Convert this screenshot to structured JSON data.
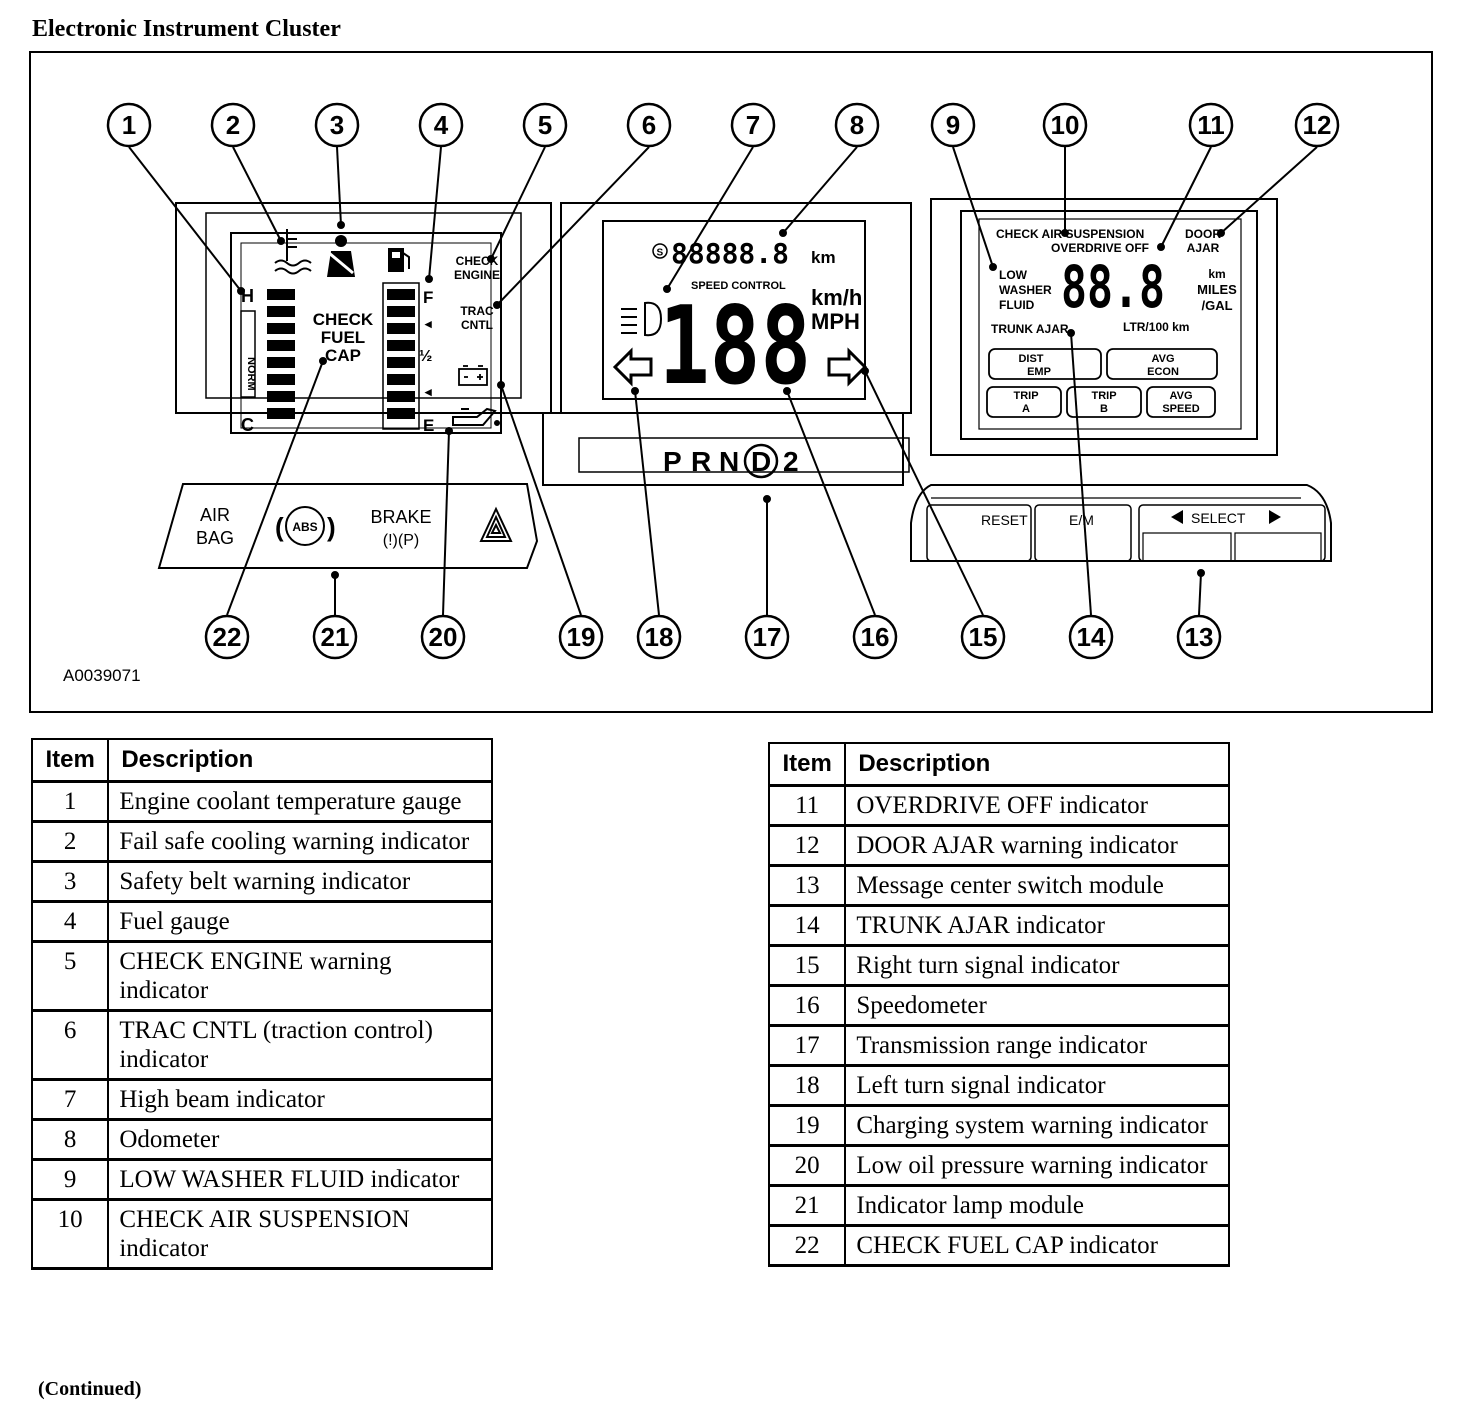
{
  "title": "Electronic Instrument Cluster",
  "figure_id": "A0039071",
  "callouts": [
    "1",
    "2",
    "3",
    "4",
    "5",
    "6",
    "7",
    "8",
    "9",
    "10",
    "11",
    "12",
    "13",
    "14",
    "15",
    "16",
    "17",
    "18",
    "19",
    "20",
    "21",
    "22"
  ],
  "cluster": {
    "gauge_left": {
      "hot": "H",
      "cold": "C",
      "norm": "NORM",
      "full": "F",
      "half": "½",
      "empty": "E"
    },
    "check_fuel_cap": [
      "CHECK",
      "FUEL",
      "CAP"
    ],
    "check_engine": [
      "CHECK",
      "ENGINE"
    ],
    "trac_cntl": [
      "TRAC",
      "CNTL"
    ],
    "odometer": "88888.8",
    "odometer_unit": "km",
    "speed_control": "SPEED CONTROL",
    "speed_digits": "188",
    "speed_unit_metric": "km/h",
    "speed_unit_us": "MPH",
    "prnd": [
      "P",
      "R",
      "N",
      "D",
      "2"
    ],
    "warning_module": {
      "air_bag": [
        "AIR",
        "BAG"
      ],
      "abs": "ABS",
      "brake": "BRAKE",
      "brake_sym": "(!)(P)"
    },
    "message_center": {
      "check_air_suspension": "CHECK AIR SUSPENSION",
      "overdrive_off": "OVERDRIVE OFF",
      "door_ajar": [
        "DOOR",
        "AJAR"
      ],
      "low_washer_fluid": [
        "LOW",
        "WASHER",
        "FLUID"
      ],
      "digits": "88.8",
      "units_right": [
        "km",
        "MILES",
        "/GAL"
      ],
      "trunk_ajar": "TRUNK AJAR",
      "ltr100km": "LTR/100 km",
      "buttons": [
        [
          "DIST",
          "EMP"
        ],
        [
          "AVG",
          "ECON"
        ],
        [
          "TRIP",
          "A"
        ],
        [
          "TRIP",
          "B"
        ],
        [
          "AVG",
          "SPEED"
        ]
      ]
    },
    "switches": {
      "reset": "RESET",
      "em": "E/M",
      "select": "SELECT"
    }
  },
  "table_left": {
    "headers": [
      "Item",
      "Description"
    ],
    "rows": [
      {
        "item": "1",
        "desc": "Engine coolant temperature gauge"
      },
      {
        "item": "2",
        "desc": "Fail safe cooling warning indicator"
      },
      {
        "item": "3",
        "desc": "Safety belt warning indicator"
      },
      {
        "item": "4",
        "desc": "Fuel gauge"
      },
      {
        "item": "5",
        "desc": "CHECK ENGINE warning indicator"
      },
      {
        "item": "6",
        "desc": "TRAC CNTL (traction control) indicator"
      },
      {
        "item": "7",
        "desc": "High beam indicator"
      },
      {
        "item": "8",
        "desc": "Odometer"
      },
      {
        "item": "9",
        "desc": "LOW WASHER FLUID indicator"
      },
      {
        "item": "10",
        "desc": "CHECK AIR SUSPENSION indicator"
      }
    ]
  },
  "table_right": {
    "headers": [
      "Item",
      "Description"
    ],
    "rows": [
      {
        "item": "11",
        "desc": "OVERDRIVE OFF indicator"
      },
      {
        "item": "12",
        "desc": "DOOR AJAR warning indicator"
      },
      {
        "item": "13",
        "desc": "Message center switch module"
      },
      {
        "item": "14",
        "desc": "TRUNK AJAR indicator"
      },
      {
        "item": "15",
        "desc": "Right turn signal indicator"
      },
      {
        "item": "16",
        "desc": "Speedometer"
      },
      {
        "item": "17",
        "desc": "Transmission range indicator"
      },
      {
        "item": "18",
        "desc": "Left turn signal indicator"
      },
      {
        "item": "19",
        "desc": "Charging system warning indicator"
      },
      {
        "item": "20",
        "desc": "Low oil pressure warning indicator"
      },
      {
        "item": "21",
        "desc": "Indicator lamp module"
      },
      {
        "item": "22",
        "desc": "CHECK FUEL CAP indicator"
      }
    ]
  },
  "continued": "(Continued)"
}
